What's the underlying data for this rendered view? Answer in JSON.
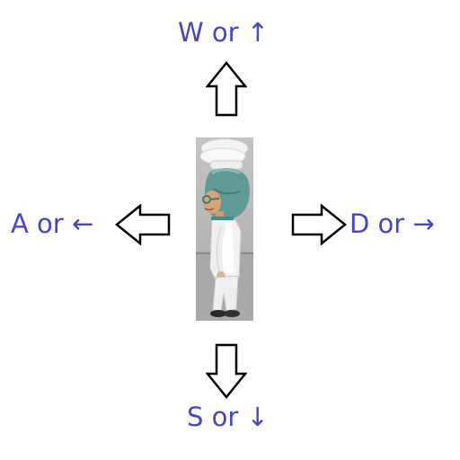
{
  "controls": {
    "up": {
      "label": "W or ↑",
      "icon": "arrow-up-icon"
    },
    "left": {
      "label": "A or ←",
      "icon": "arrow-left-icon"
    },
    "right": {
      "label": "D or →",
      "icon": "arrow-right-icon"
    },
    "down": {
      "label": "S or ↓",
      "icon": "arrow-down-icon"
    }
  },
  "colors": {
    "label_text": "#4646c8",
    "arrow_stroke": "#000000",
    "arrow_fill": "#ffffff",
    "panel_background": "#bdbdbd",
    "hair": "#5f9a96",
    "coat": "#f2f2f2"
  },
  "character": {
    "description_icon": "chef-character-icon"
  }
}
